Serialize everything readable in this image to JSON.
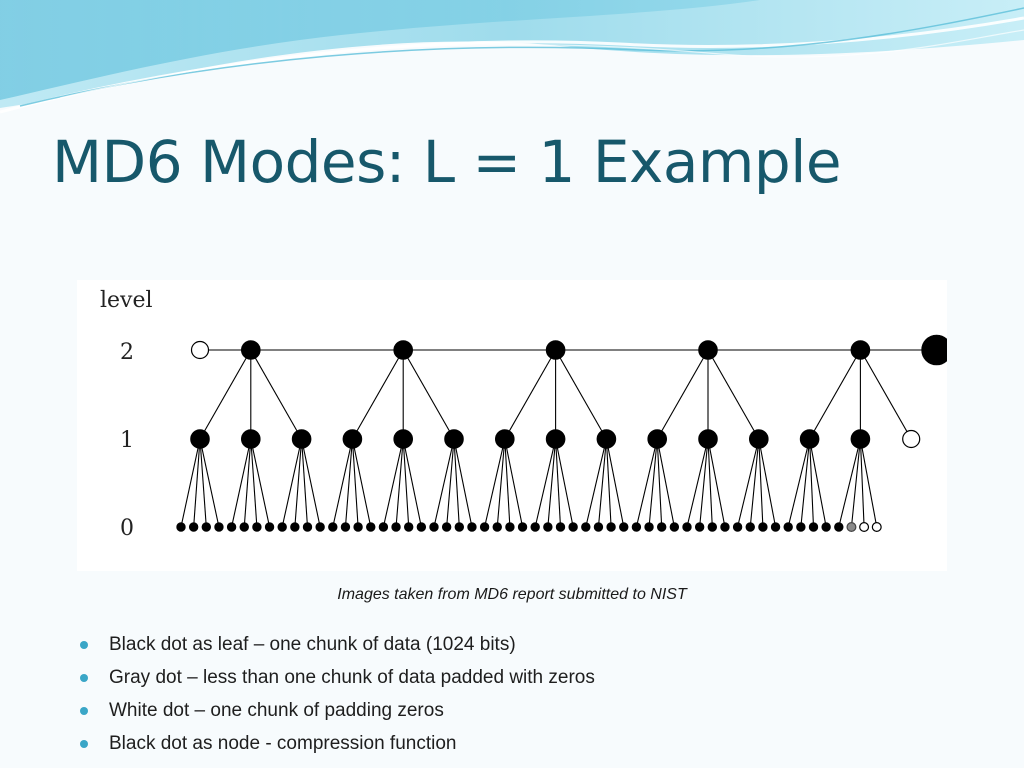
{
  "slide": {
    "title": "MD6 Modes: L = 1 Example",
    "caption": "Images taken from MD6 report submitted to NIST",
    "bullets": [
      "Black dot as leaf – one chunk of data (1024 bits)",
      "Gray dot – less than one chunk of data padded with zeros",
      "White dot – one chunk of padding zeros",
      "Black dot as node -  compression function"
    ]
  },
  "diagram": {
    "axis_title": "level",
    "levels": [
      "2",
      "1",
      "0"
    ],
    "level2_nodes": [
      "white",
      "black",
      "black",
      "black",
      "black",
      "black",
      "big-black"
    ],
    "level1_nodes": [
      "black",
      "black",
      "black",
      "black",
      "black",
      "black",
      "black",
      "black",
      "black",
      "black",
      "black",
      "black",
      "black",
      "black",
      "white"
    ],
    "level0_leaves": {
      "black": 53,
      "gray": 1,
      "white": 2
    },
    "fanout": 4
  },
  "colors": {
    "title": "#17586b",
    "bullet": "#3aa6c7",
    "node_black": "#000000",
    "node_gray": "#8a8a8a",
    "node_white": "#ffffff"
  }
}
